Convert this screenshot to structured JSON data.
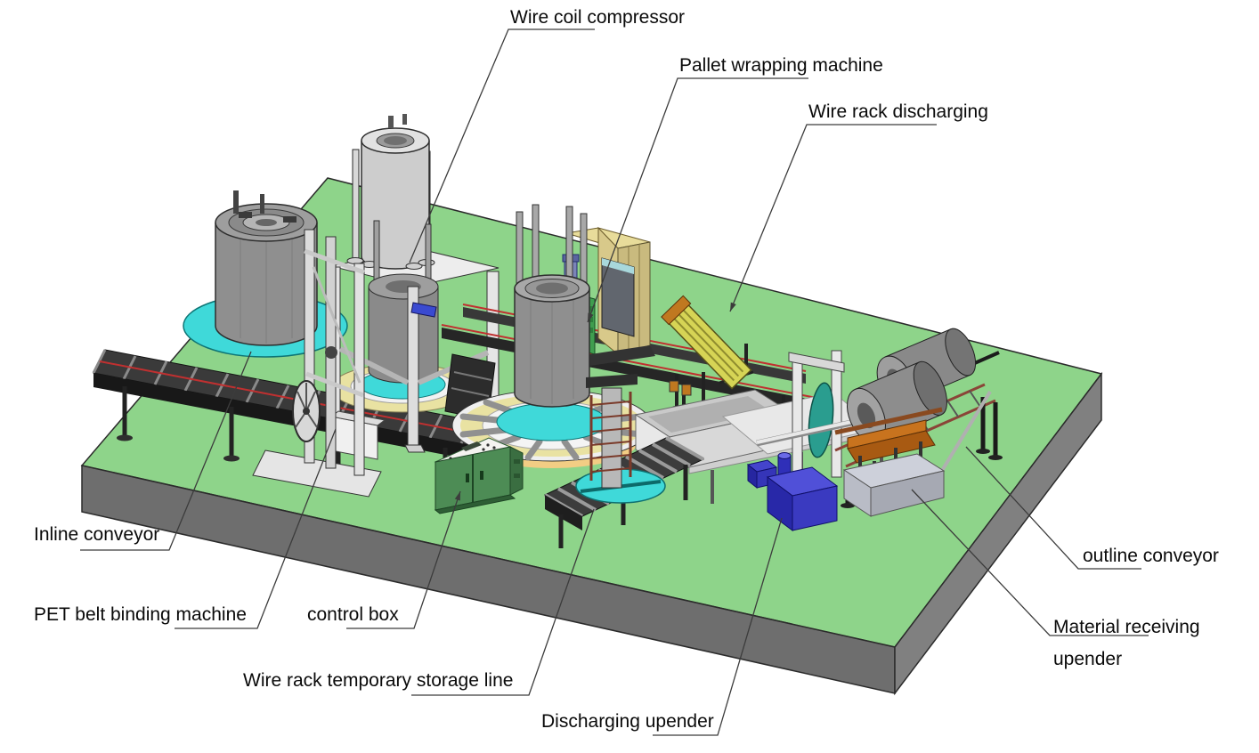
{
  "diagram": {
    "kind": "3d-factory-layout-callout-diagram",
    "background": "#ffffff"
  },
  "colors": {
    "platform_top_green": "#8ed48a",
    "platform_side_dark": "#6e6e6e",
    "platform_side_light": "#808080",
    "leader_line": "#3c3c3c",
    "label_text": "#0a0a0a",
    "coil_gray": "#8f8f8f",
    "pallet_disc_cyan": "#3fd9d9",
    "turntable_ring_yellow": "#e9e2a2",
    "control_box_green": "#4d8c55",
    "wrapper_panel_tan": "#c9ba7e",
    "wrapper_mast_green": "#3f9e4f",
    "wire_rack_yellow": "#d6d455",
    "upender_blue": "#3a3ac0",
    "upender_disc_teal": "#2a9d8f",
    "cradle_orange": "#c8731e",
    "conveyor_red_stripe": "#c03030",
    "conveyor_frame_dark": "#262626"
  },
  "labels": [
    {
      "id": "wire-coil-compressor",
      "text": "Wire coil compressor"
    },
    {
      "id": "pallet-wrapping-machine",
      "text": "Pallet wrapping machine"
    },
    {
      "id": "wire-rack-discharging",
      "text": "Wire rack discharging"
    },
    {
      "id": "inline-conveyor",
      "text": "Inline conveyor"
    },
    {
      "id": "pet-belt-binding-machine",
      "text": "PET belt binding machine"
    },
    {
      "id": "control-box",
      "text": "control box"
    },
    {
      "id": "wire-rack-temporary-storage-line",
      "text": "Wire rack temporary storage line"
    },
    {
      "id": "discharging-upender",
      "text": "Discharging upender"
    },
    {
      "id": "outline-conveyor",
      "text": "outline conveyor"
    },
    {
      "id": "material-receiving-upender",
      "line1": "Material receiving",
      "line2": "upender"
    }
  ]
}
